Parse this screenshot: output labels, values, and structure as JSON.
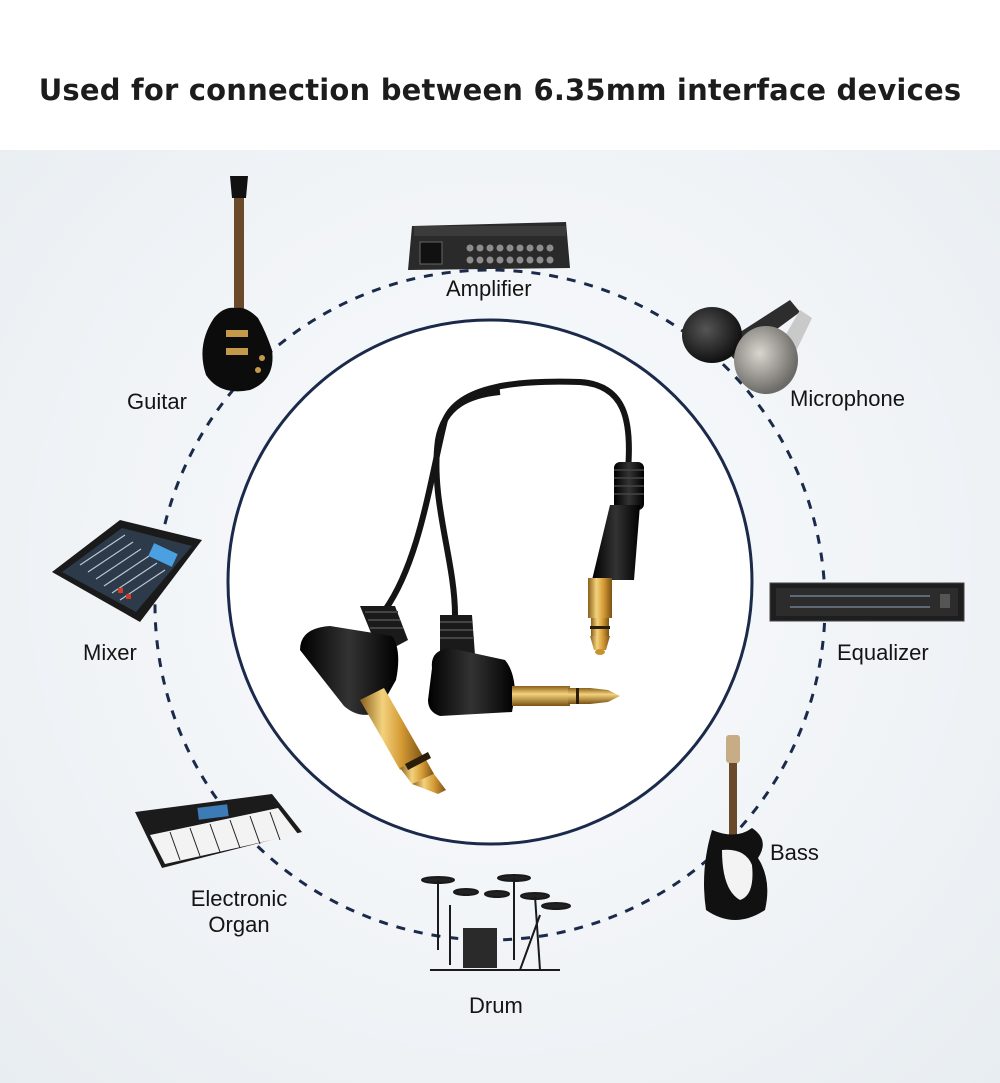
{
  "title": "Used for connection between 6.35mm interface devices",
  "devices": {
    "amplifier": {
      "label": "Amplifier",
      "icon": "mixer-amplifier-icon"
    },
    "microphone": {
      "label": "Microphone",
      "icon": "microphone-icon"
    },
    "equalizer": {
      "label": "Equalizer",
      "icon": "rack-equalizer-icon"
    },
    "bass": {
      "label": "Bass",
      "icon": "bass-guitar-icon"
    },
    "drum": {
      "label": "Drum",
      "icon": "drum-kit-icon"
    },
    "organ": {
      "label_line1": "Electronic",
      "label_line2": "Organ",
      "icon": "keyboard-icon"
    },
    "mixer": {
      "label": "Mixer",
      "icon": "mixing-console-icon"
    },
    "guitar": {
      "label": "Guitar",
      "icon": "electric-guitar-icon"
    }
  },
  "product": {
    "icon": "dual-6.35mm-right-angle-cable-icon"
  },
  "colors": {
    "ring": "#1b2a4a",
    "panel_bg": "#eef2f5",
    "gold": "#d8a94a",
    "plug_black": "#151515"
  }
}
